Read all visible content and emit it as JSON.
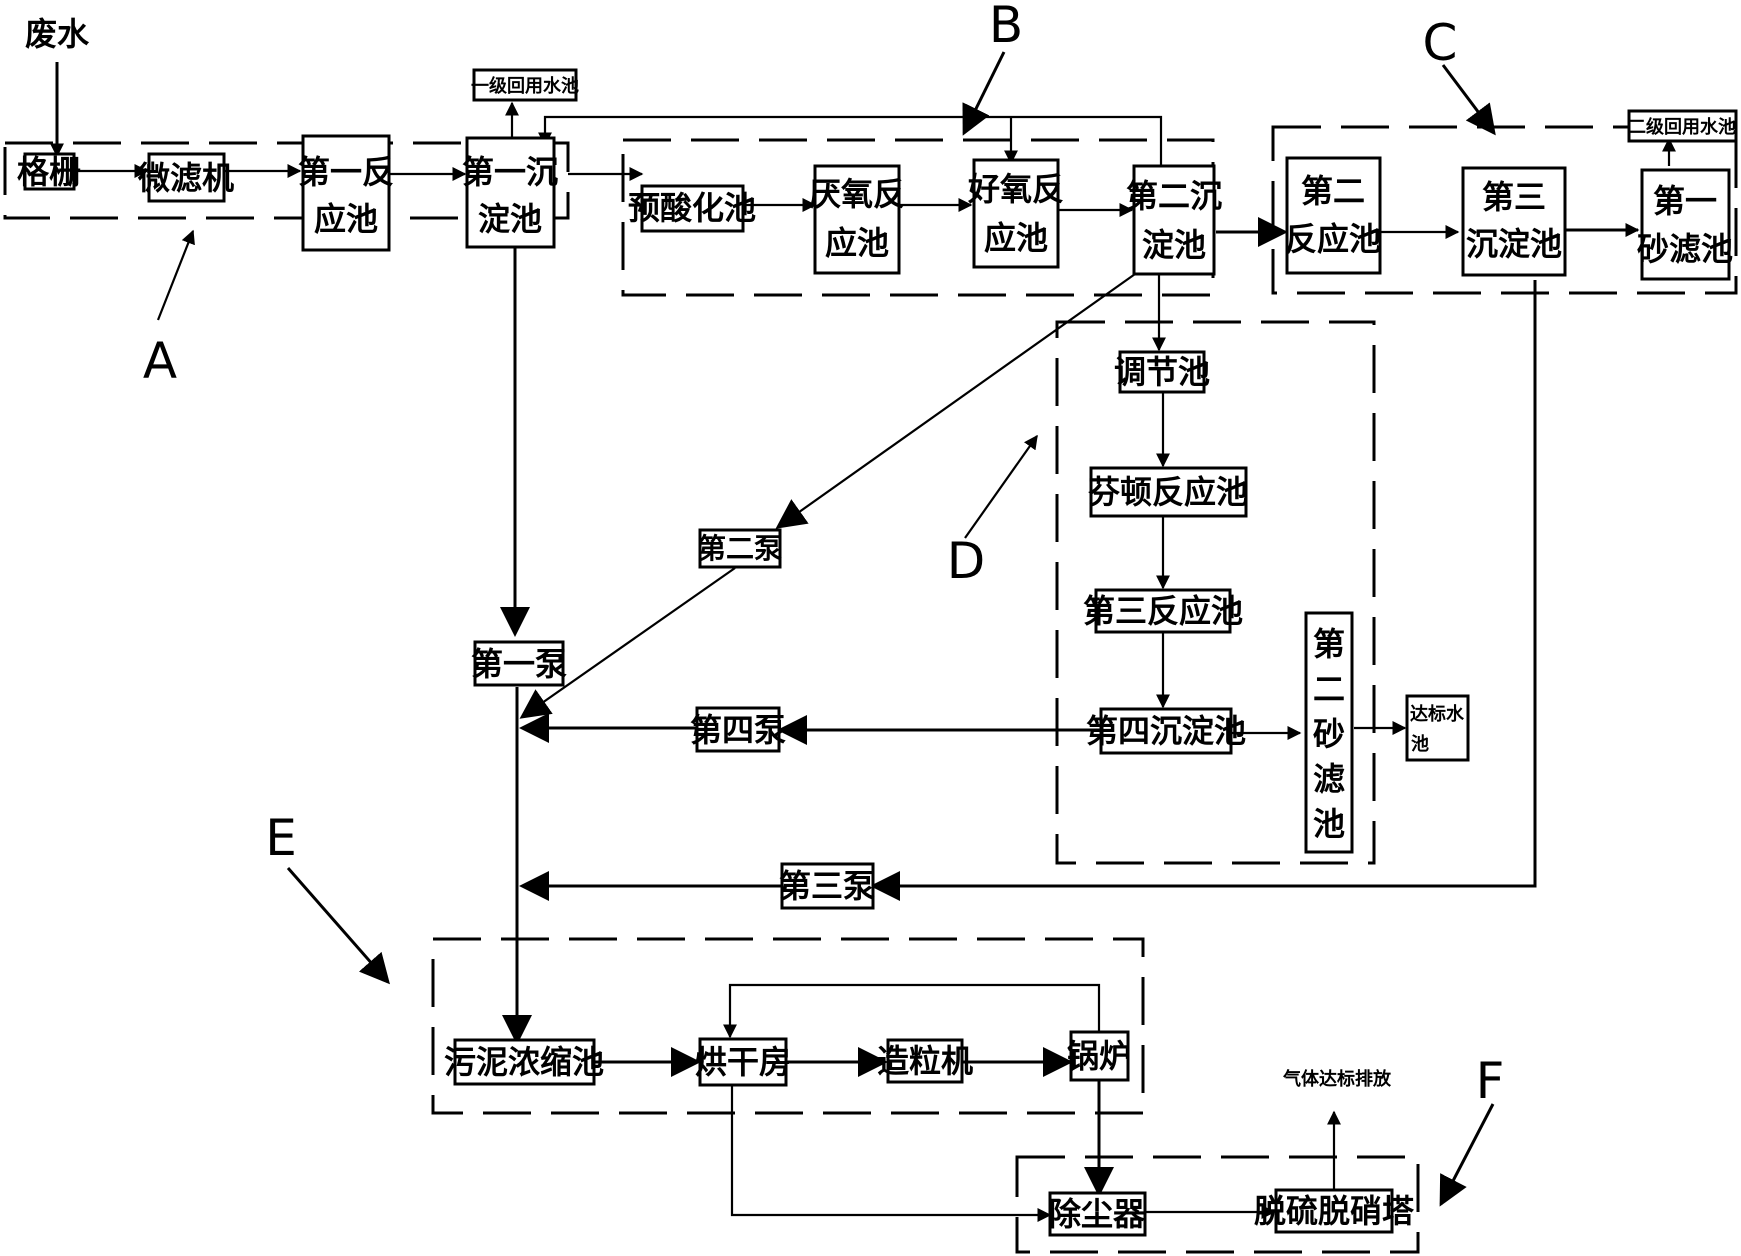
{
  "input_label": "废水",
  "nodes": {
    "grille": "格栅",
    "microfilter": "微滤机",
    "reaction1_l1": "第一反",
    "reaction1_l2": "应池",
    "sed1_l1": "第一沉",
    "sed1_l2": "淀池",
    "reuse1": "一级回用水池",
    "preacid": "预酸化池",
    "anaerobic_l1": "厌氧反",
    "anaerobic_l2": "应池",
    "aerobic_l1": "好氧反",
    "aerobic_l2": "应池",
    "sed2_l1": "第二沉",
    "sed2_l2": "淀池",
    "reaction2_l1": "第二",
    "reaction2_l2": "反应池",
    "sed3_l1": "第三",
    "sed3_l2": "沉淀池",
    "sand1_l1": "第一",
    "sand1_l2": "砂滤池",
    "reuse2": "二级回用水池",
    "regulating": "调节池",
    "fenton": "芬顿反应池",
    "reaction3": "第三反应池",
    "sed4": "第四沉淀池",
    "sand2": [
      "第",
      "二",
      "砂",
      "滤",
      "池"
    ],
    "standard_l1": "达标水",
    "standard_l2": "池",
    "pump1": "第一泵",
    "pump2": "第二泵",
    "pump3": "第三泵",
    "pump4": "第四泵",
    "thickener": "污泥浓缩池",
    "drying": "烘干房",
    "granulator": "造粒机",
    "boiler": "锅炉",
    "dust": "除尘器",
    "desulf": "脱硫脱硝塔",
    "gas_out": "气体达标排放"
  },
  "section_labels": {
    "A": "A",
    "B": "B",
    "C": "C",
    "D": "D",
    "E": "E",
    "F": "F"
  }
}
